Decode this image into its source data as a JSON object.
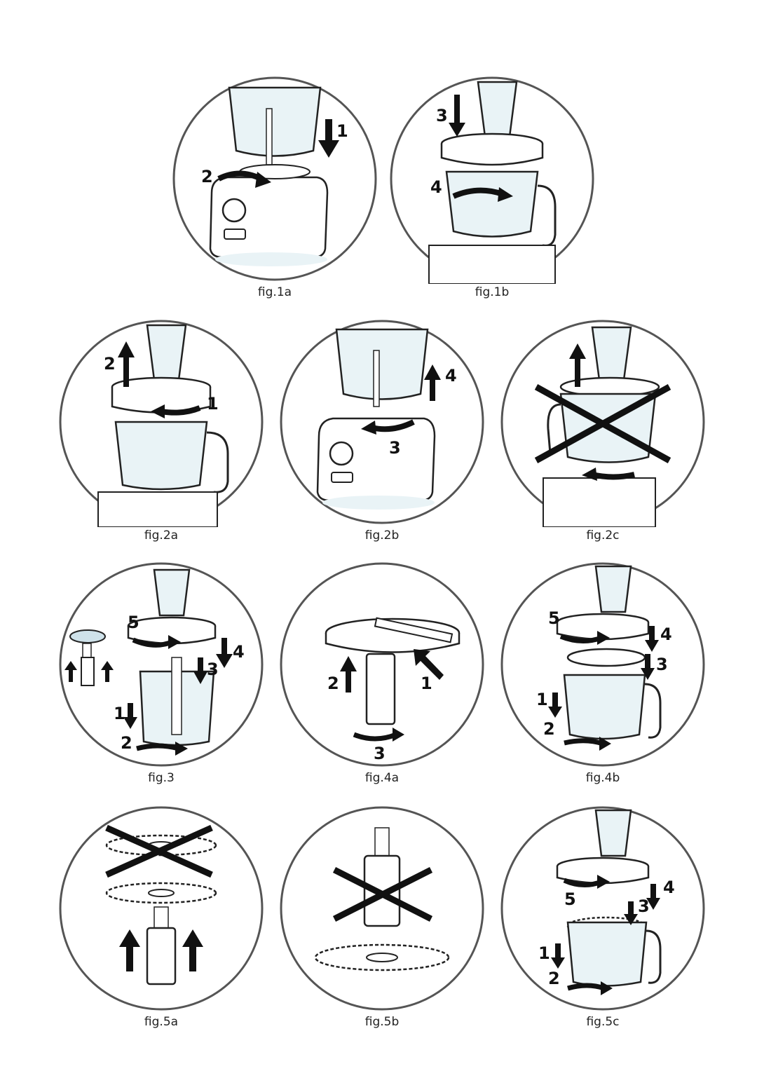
{
  "figures": {
    "fig1a": {
      "caption": "fig.1a",
      "steps": [
        "1",
        "2"
      ]
    },
    "fig1b": {
      "caption": "fig.1b",
      "steps": [
        "3",
        "4"
      ]
    },
    "fig2a": {
      "caption": "fig.2a",
      "steps": [
        "1",
        "2"
      ]
    },
    "fig2b": {
      "caption": "fig.2b",
      "steps": [
        "3",
        "4"
      ]
    },
    "fig2c": {
      "caption": "fig.2c",
      "steps": []
    },
    "fig3": {
      "caption": "fig.3",
      "steps": [
        "1",
        "2",
        "3",
        "4",
        "5"
      ]
    },
    "fig4a": {
      "caption": "fig.4a",
      "steps": [
        "1",
        "2",
        "3"
      ]
    },
    "fig4b": {
      "caption": "fig.4b",
      "steps": [
        "1",
        "2",
        "3",
        "4",
        "5"
      ]
    },
    "fig5a": {
      "caption": "fig.5a",
      "steps": []
    },
    "fig5b": {
      "caption": "fig.5b",
      "steps": []
    },
    "fig5c": {
      "caption": "fig.5c",
      "steps": [
        "1",
        "2",
        "3",
        "4",
        "5"
      ]
    }
  },
  "colors": {
    "circle_stroke": "#555555",
    "line": "#222222",
    "bowl_tint": "#e9f3f6",
    "arrow": "#111111"
  }
}
